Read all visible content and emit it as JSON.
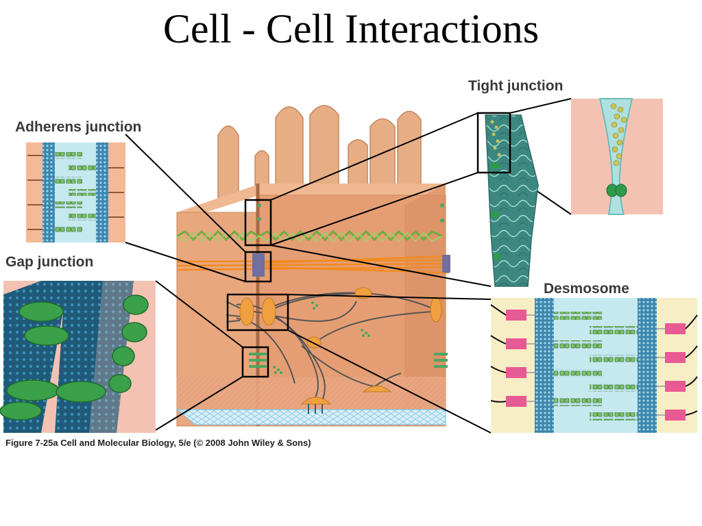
{
  "slide": {
    "title": "Cell - Cell Interactions"
  },
  "labels": {
    "adherens": "Adherens junction",
    "gap": "Gap junction",
    "tight": "Tight junction",
    "desmosome": "Desmosome"
  },
  "caption": "Figure 7-25a  Cell and Molecular Biology, 5/e (© 2008 John Wiley & Sons)",
  "colors": {
    "cell": "#e9a77e",
    "cell_dark": "#d98f63",
    "microvilli": "#e7ae85",
    "tight_strand": "#3f8f86",
    "membrane_blue": "#5aa8c8",
    "intermediate_filament": "#555555",
    "actin": "#f28a1f",
    "desmosome_pink": "#e85a93",
    "gap_green": "#3aa04a",
    "adherens_bg": "#f4b996",
    "desmosome_bg": "#f7eec5"
  }
}
